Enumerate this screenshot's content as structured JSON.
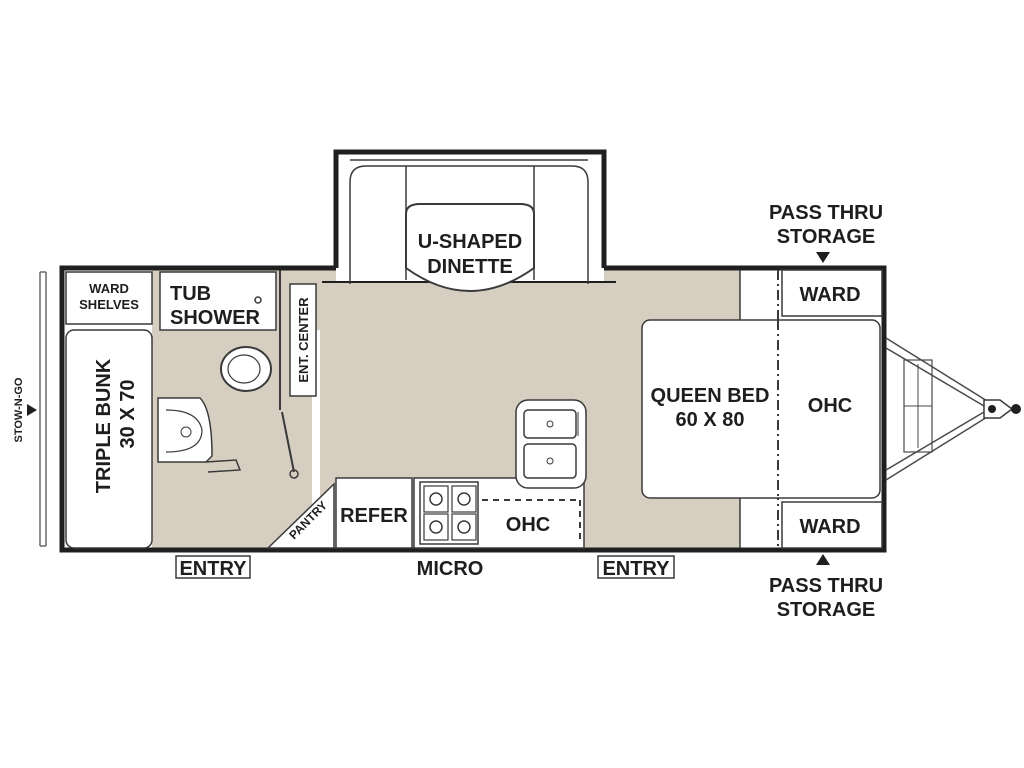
{
  "labels": {
    "stow_n_go": "STOW-N-GO",
    "ward_shelves": [
      "WARD",
      "SHELVES"
    ],
    "triple_bunk": [
      "TRIPLE BUNK",
      "30 X 70"
    ],
    "tub_shower": [
      "TUB",
      "SHOWER"
    ],
    "ent_center": "ENT. CENTER",
    "dinette": [
      "U-SHAPED",
      "DINETTE"
    ],
    "pantry": "PANTRY",
    "refer": "REFER",
    "ohc_kitchen": "OHC",
    "micro": "MICRO",
    "entry_front": "ENTRY",
    "entry_rear": "ENTRY",
    "queen_bed": [
      "QUEEN BED",
      "60 X 80"
    ],
    "ohc_bed": "OHC",
    "ward_top": "WARD",
    "ward_bottom": "WARD",
    "pass_thru_top": [
      "PASS THRU",
      "STORAGE"
    ],
    "pass_thru_bottom": [
      "PASS THRU",
      "STORAGE"
    ]
  },
  "colors": {
    "floor": "#d6cfc1",
    "wall": "#1f1f1f",
    "furniture_fill": "#ffffff",
    "line": "#3a3a3a"
  }
}
